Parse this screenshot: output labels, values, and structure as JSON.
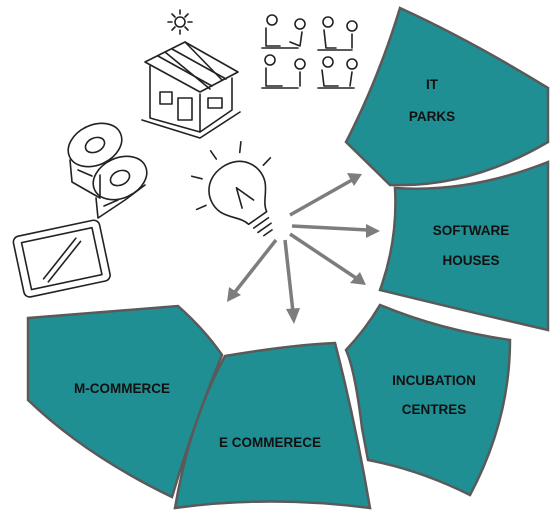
{
  "segments": {
    "it_parks": {
      "line1": "IT",
      "line2": "PARKS"
    },
    "software_houses": {
      "line1": "SOFTWARE",
      "line2": "HOUSES"
    },
    "incubation_centres": {
      "line1": "INCUBATION",
      "line2": "CENTRES"
    },
    "e_commerce": {
      "label": "E COMMERECE"
    },
    "m_commerce": {
      "label": "M-COMMERCE"
    }
  },
  "colors": {
    "segment_fill": "#1f8f94",
    "segment_stroke": "#5a5a5a",
    "arrow": "#7d7d7d"
  },
  "icons": [
    "tablet-icon",
    "film-reel-icon",
    "solar-house-icon",
    "meeting-people-icon",
    "lightbulb-icon"
  ]
}
